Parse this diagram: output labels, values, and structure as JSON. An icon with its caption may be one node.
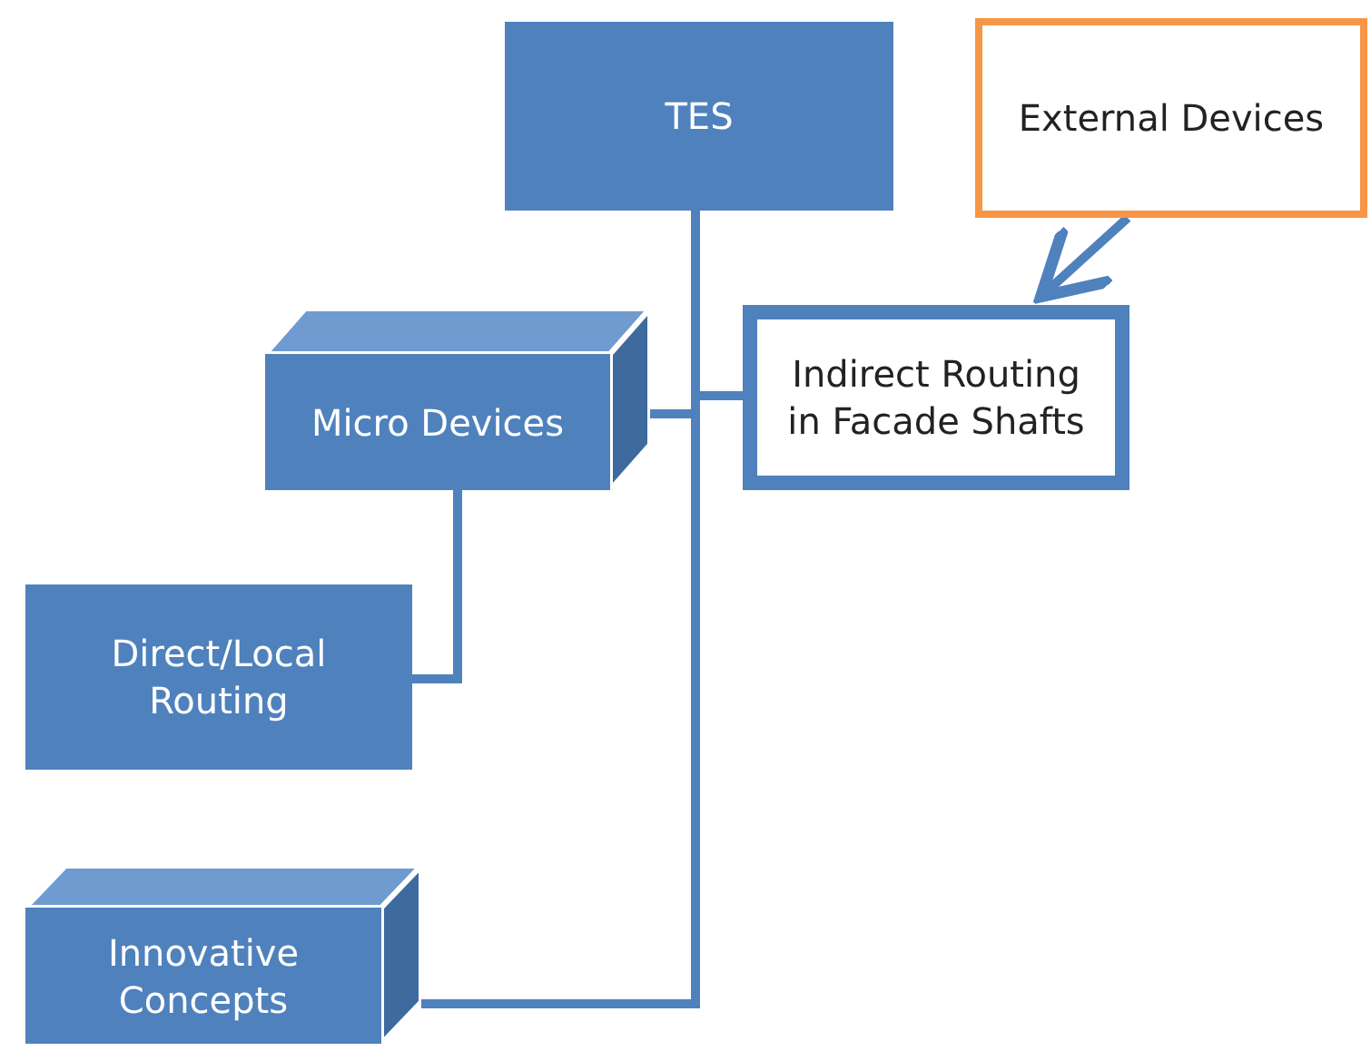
{
  "diagram": {
    "nodes": [
      {
        "text": [
          "TES"
        ]
      },
      {
        "text": [
          "External Devices"
        ]
      },
      {
        "text": [
          "Micro Devices"
        ]
      },
      {
        "text": [
          "Indirect Routing in Facade Shafts"
        ]
      },
      {
        "text": [
          "Direct/Local Routing"
        ]
      },
      {
        "text": [
          "Innovative Concepts"
        ]
      }
    ],
    "edges": [
      {
        "from": 0,
        "to": 2,
        "arrow": "none"
      },
      {
        "from": 0,
        "to": 3,
        "arrow": "none"
      },
      {
        "from": 0,
        "to": 5,
        "arrow": "none"
      },
      {
        "from": 2,
        "to": 4,
        "arrow": "none"
      },
      {
        "from": 1,
        "to": 3,
        "arrow": "to"
      }
    ]
  }
}
